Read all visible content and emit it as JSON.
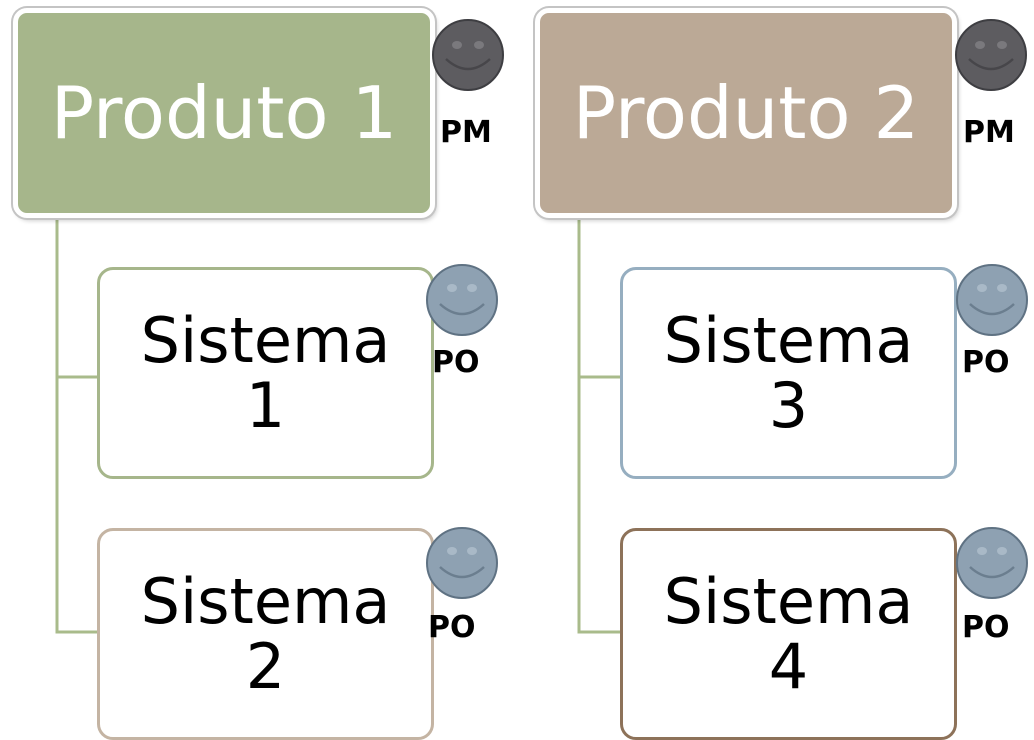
{
  "colors": {
    "product1_fill": "#a6b68b",
    "product2_fill": "#bba996",
    "connector_line": "#a9bb8b",
    "system1_border": "#a6b68b",
    "system2_border": "#c4b4a3",
    "system3_border": "#96aec0",
    "system4_border": "#8d7259",
    "pm_face": "#5d5c60",
    "po_face": "#8ea1b2"
  },
  "products": [
    {
      "label": "Produto 1",
      "role": "PM",
      "systems": [
        {
          "line1": "Sistema",
          "line2": "1",
          "role": "PO"
        },
        {
          "line1": "Sistema",
          "line2": "2",
          "role": "PO"
        }
      ]
    },
    {
      "label": "Produto 2",
      "role": "PM",
      "systems": [
        {
          "line1": "Sistema",
          "line2": "3",
          "role": "PO"
        },
        {
          "line1": "Sistema",
          "line2": "4",
          "role": "PO"
        }
      ]
    }
  ]
}
